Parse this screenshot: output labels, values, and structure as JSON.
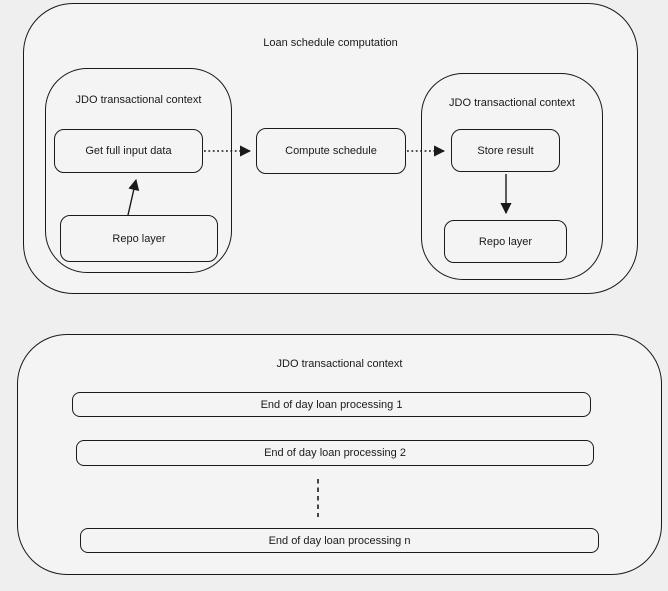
{
  "colors": {
    "bg": "#efefef",
    "fill": "#f4f4f4",
    "stroke": "#1a1a1a",
    "text": "#1a1a1a"
  },
  "top_section": {
    "title": "Loan schedule computation",
    "left_context": {
      "title": "JDO transactional context",
      "input_node": "Get full input data",
      "repo_node": "Repo layer"
    },
    "compute_node": "Compute schedule",
    "right_context": {
      "title": "JDO transactional context",
      "store_node": "Store result",
      "repo_node": "Repo layer"
    }
  },
  "bottom_section": {
    "title": "JDO transactional context",
    "items": [
      "End of day loan processing 1",
      "End of day loan processing 2",
      "End of day loan processing n"
    ]
  },
  "arrows": {
    "input_to_compute": "dotted-arrow-right",
    "compute_to_store": "dotted-arrow-right",
    "repo_to_input": "solid-arrow-up",
    "store_to_repo": "solid-arrow-down",
    "ellipsis": "dashed-vertical-line"
  }
}
